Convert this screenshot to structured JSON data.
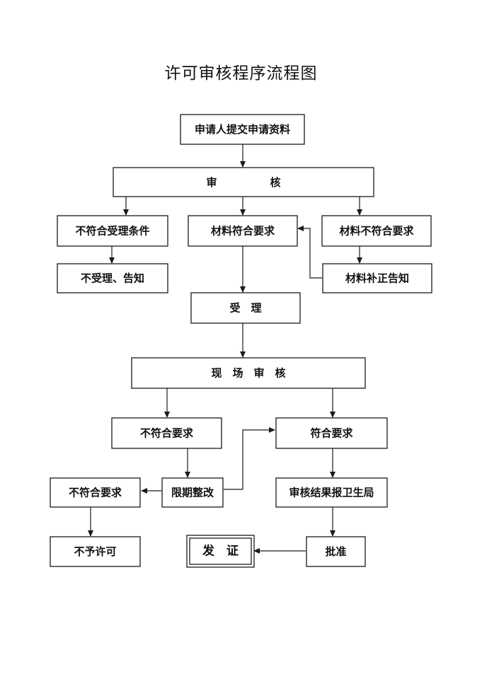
{
  "title": "许可审核程序流程图",
  "nodes": {
    "submit": "申请人提交申请资料",
    "review": "审　　　　　核",
    "not_accept_cond": "不符合受理条件",
    "materials_ok": "材料符合要求",
    "materials_not_ok": "材料不符合要求",
    "not_accept_notify": "不受理、告知",
    "supplement_notify": "材料补正告知",
    "accept": "受　理",
    "site_review": "现　场　审　核",
    "site_not_ok": "不符合要求",
    "site_ok": "符合要求",
    "rectify": "限期整改",
    "rectify_not_ok": "不符合要求",
    "report": "审核结果报卫生局",
    "no_permit": "不予许可",
    "issue": "发　证",
    "approve": "批准"
  }
}
